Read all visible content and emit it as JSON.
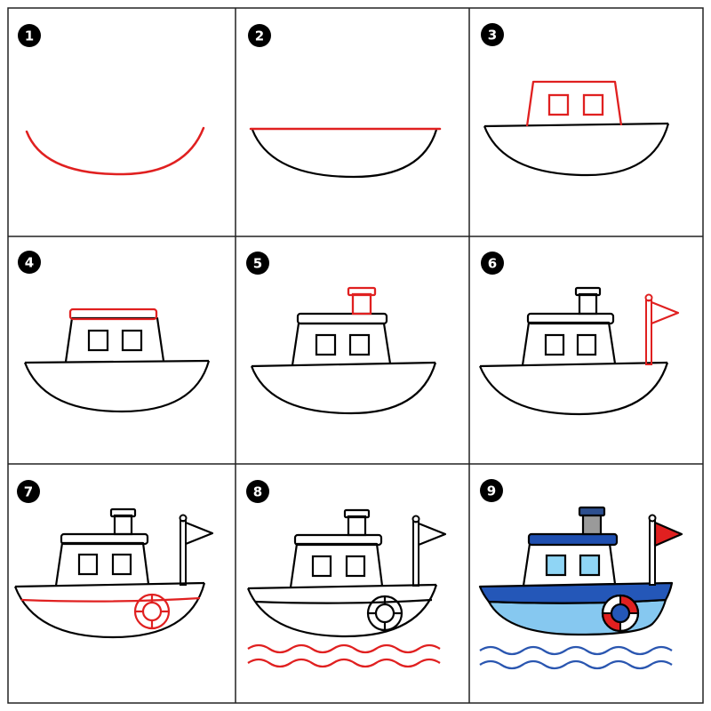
{
  "steps": [
    {
      "number": "1"
    },
    {
      "number": "2"
    },
    {
      "number": "3"
    },
    {
      "number": "4"
    },
    {
      "number": "5"
    },
    {
      "number": "6"
    },
    {
      "number": "7"
    },
    {
      "number": "8"
    },
    {
      "number": "9"
    }
  ],
  "colors": {
    "outline": "#000000",
    "new_stroke": "#e02020",
    "grid_line": "#222222",
    "hull_blue_dark": "#2457b8",
    "hull_blue_light": "#86c8f0",
    "cabin_roof": "#1f4fb0",
    "window_fill": "#8fd5f5",
    "chimney_top": "#2d4f8f",
    "chimney_body": "#9a9a9a",
    "flag": "#e02020",
    "life_ring": "#e02020",
    "waves_final": "#2a56b0"
  }
}
